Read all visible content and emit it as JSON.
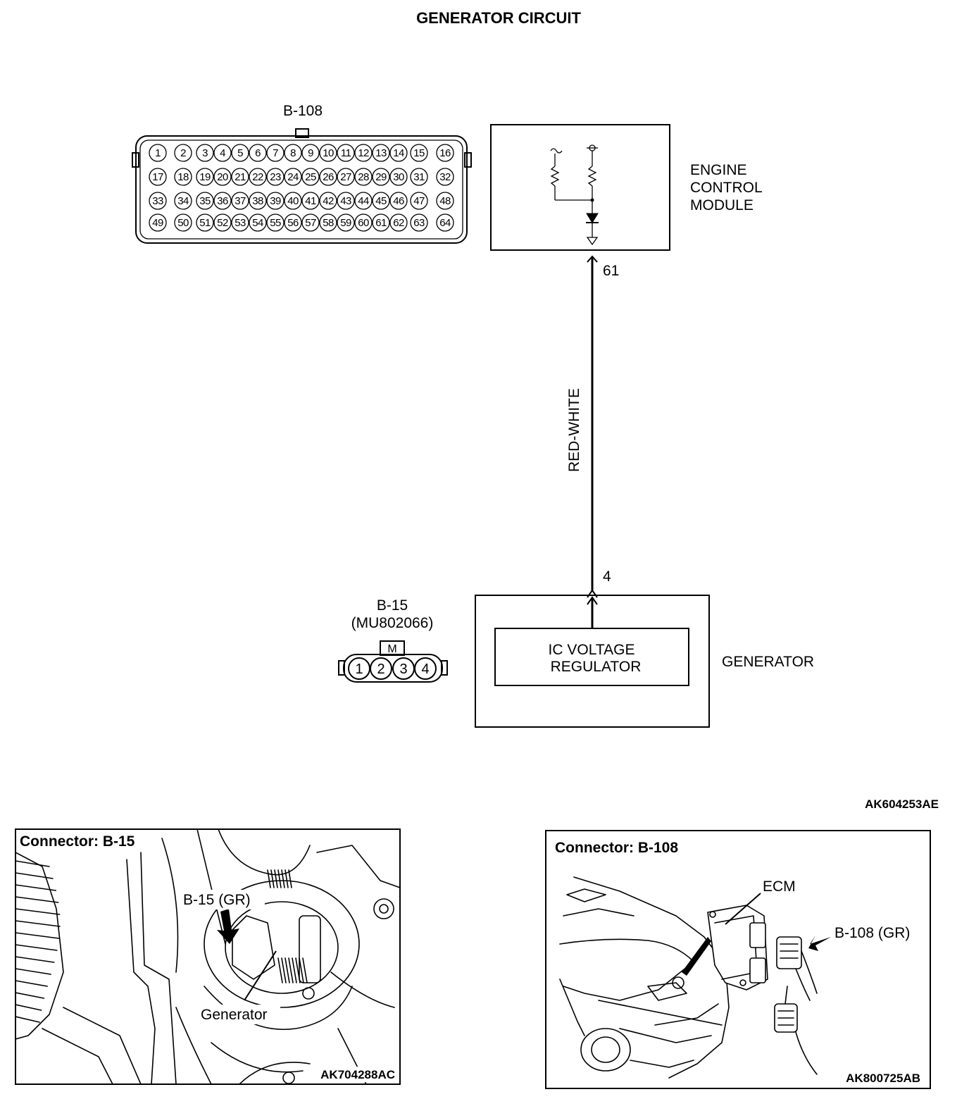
{
  "title": "GENERATOR CIRCUIT",
  "figure_code": "AK604253AE",
  "ecm_connector": {
    "label": "B-108",
    "pins": [
      "1",
      "2",
      "3",
      "4",
      "5",
      "6",
      "7",
      "8",
      "9",
      "10",
      "11",
      "12",
      "13",
      "14",
      "15",
      "16",
      "17",
      "18",
      "19",
      "20",
      "21",
      "22",
      "23",
      "24",
      "25",
      "26",
      "27",
      "28",
      "29",
      "30",
      "31",
      "32",
      "33",
      "34",
      "35",
      "36",
      "37",
      "38",
      "39",
      "40",
      "41",
      "42",
      "43",
      "44",
      "45",
      "46",
      "47",
      "48",
      "49",
      "50",
      "51",
      "52",
      "53",
      "54",
      "55",
      "56",
      "57",
      "58",
      "59",
      "60",
      "61",
      "62",
      "63",
      "64"
    ]
  },
  "ecm": {
    "line1": "ENGINE",
    "line2": "CONTROL",
    "line3": "MODULE"
  },
  "wire": {
    "color": "RED-WHITE",
    "pin_top": "61",
    "pin_bottom": "4"
  },
  "generator_connector": {
    "label": "B-15",
    "part": "(MU802066)",
    "key": "M",
    "pins": [
      "1",
      "2",
      "3",
      "4"
    ]
  },
  "generator": {
    "label": "GENERATOR",
    "regulator_line1": "IC VOLTAGE",
    "regulator_line2": "REGULATOR"
  },
  "photo_b15": {
    "title": "Connector: B-15",
    "callout": "B-15 (GR)",
    "component": "Generator",
    "code": "AK704288AC"
  },
  "photo_b108": {
    "title": "Connector: B-108",
    "component": "ECM",
    "callout": "B-108 (GR)",
    "code": "AK800725AB"
  }
}
